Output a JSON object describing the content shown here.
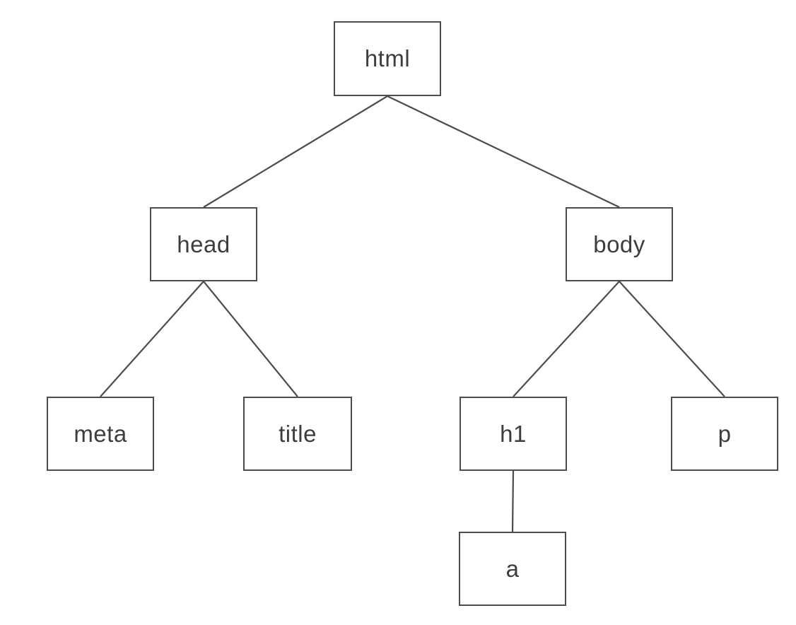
{
  "diagram": {
    "type": "tree",
    "background": "#ffffff",
    "node_fill_color": "#ffffff",
    "node_border_color": "#4c4c4c",
    "edge_color": "#4c4c4c",
    "text_color": "#3d3d3d",
    "nodes": [
      {
        "id": "html",
        "label": "html"
      },
      {
        "id": "head",
        "label": "head"
      },
      {
        "id": "body",
        "label": "body"
      },
      {
        "id": "meta",
        "label": "meta"
      },
      {
        "id": "title",
        "label": "title"
      },
      {
        "id": "h1",
        "label": "h1"
      },
      {
        "id": "p",
        "label": "p"
      },
      {
        "id": "a",
        "label": "a"
      }
    ],
    "edges": [
      {
        "from": "html",
        "to": "head"
      },
      {
        "from": "html",
        "to": "body"
      },
      {
        "from": "head",
        "to": "meta"
      },
      {
        "from": "head",
        "to": "title"
      },
      {
        "from": "body",
        "to": "h1"
      },
      {
        "from": "body",
        "to": "p"
      },
      {
        "from": "h1",
        "to": "a"
      }
    ]
  }
}
